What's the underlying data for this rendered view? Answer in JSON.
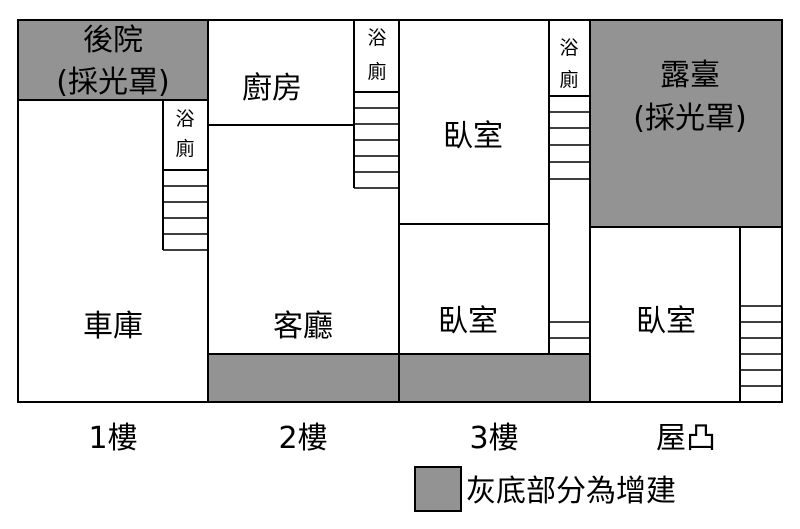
{
  "colors": {
    "addition_gray": "#939393",
    "line": "#000000",
    "background": "#ffffff"
  },
  "floor1": {
    "backyard_line1": "後院",
    "backyard_line2": "(採光罩)",
    "bath_line1": "浴",
    "bath_line2": "廁",
    "garage": "車庫",
    "label": "1樓"
  },
  "floor2": {
    "kitchen": "廚房",
    "bath_line1": "浴",
    "bath_line2": "廁",
    "living": "客廳",
    "label": "2樓"
  },
  "floor3": {
    "bedroom_upper": "臥室",
    "bedroom_lower": "臥室",
    "bath_line1": "浴",
    "bath_line2": "廁",
    "label": "3樓"
  },
  "roof": {
    "terrace_line1": "露臺",
    "terrace_line2": "(採光罩)",
    "bedroom": "臥室",
    "label": "屋凸"
  },
  "legend": {
    "text": "灰底部分為增建"
  }
}
